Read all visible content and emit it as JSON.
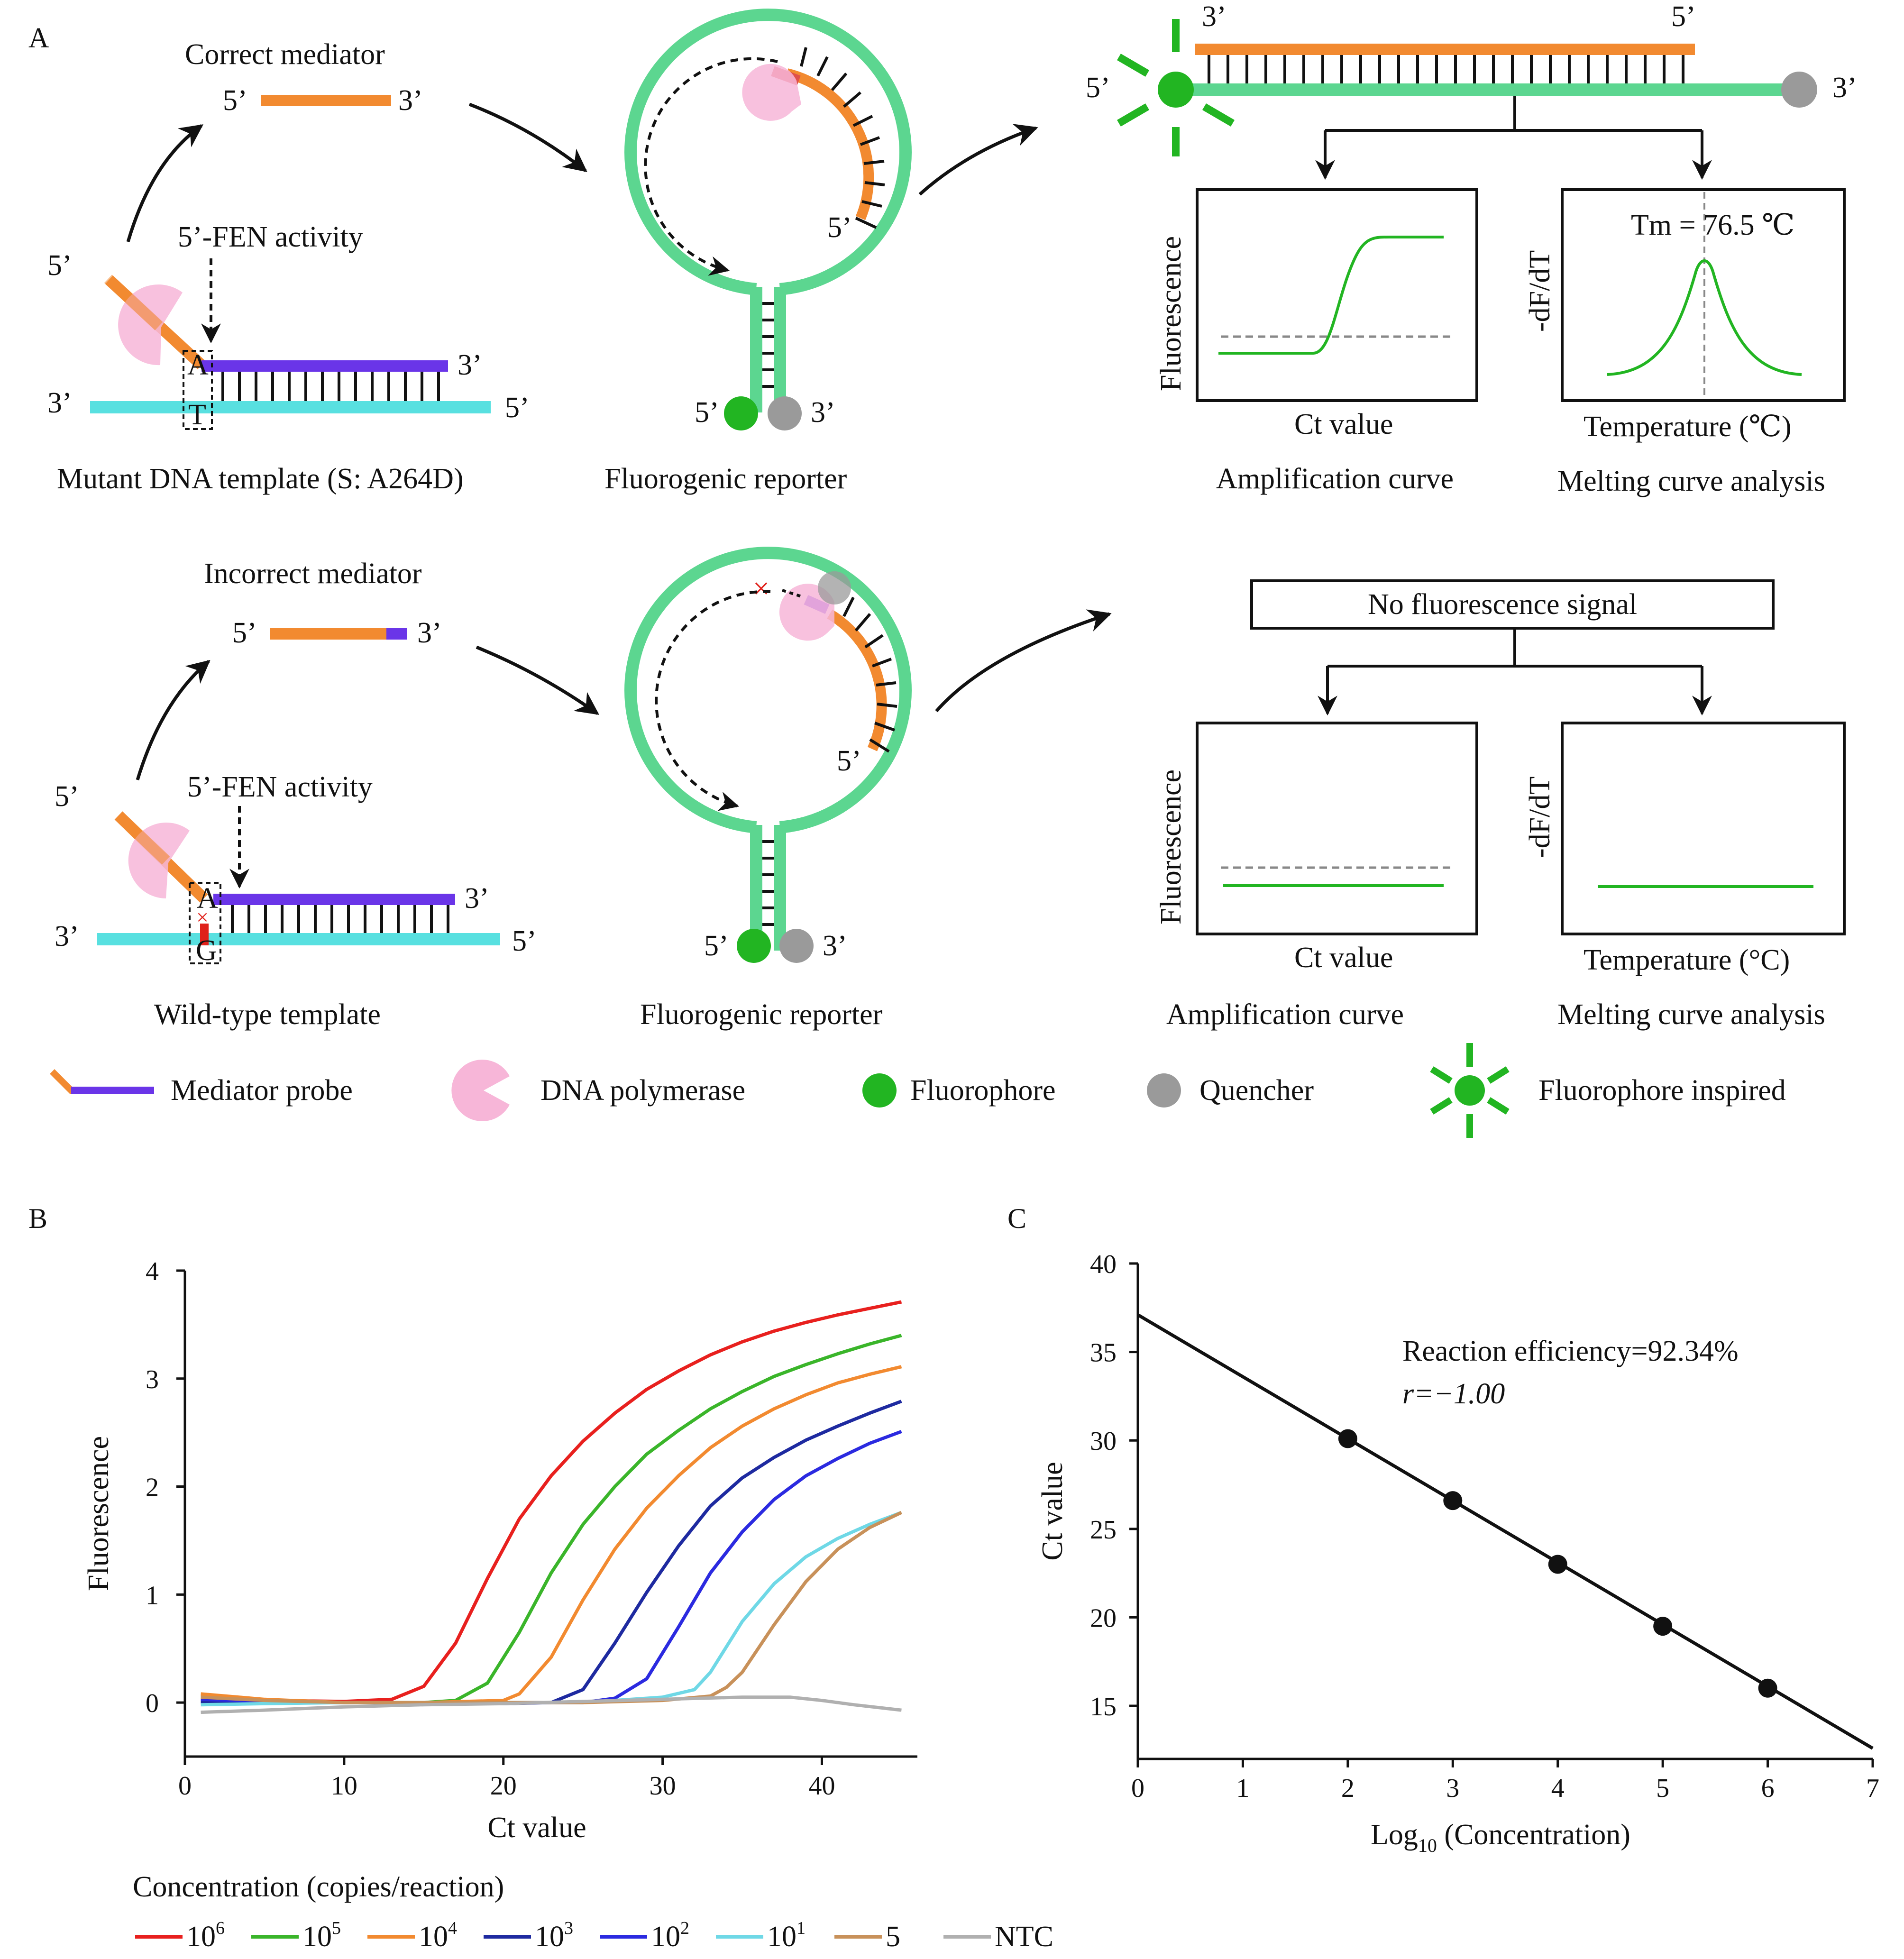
{
  "colors": {
    "orange": "#f28a30",
    "purple": "#6a35e8",
    "cyan": "#58e0e0",
    "green_ring": "#5cd690",
    "fluor": "#22b522",
    "quench": "#9a9a9a",
    "pink": "#f7b6d8",
    "red": "#e0201a"
  },
  "panelA": {
    "label": "A",
    "row1": {
      "mediator_title": "Correct mediator",
      "end5": "5’",
      "end3": "3’",
      "fen_label": "5’-FEN activity",
      "base_top": "A",
      "base_bottom": "T",
      "template_caption": "Mutant DNA template (S: A264D)",
      "reporter_caption": "Fluorogenic reporter",
      "amp": {
        "ylabel": "Fluorescence",
        "xlabel": "Ct value",
        "caption": "Amplification curve"
      },
      "melt": {
        "ylabel": "-dF/dT",
        "xlabel": "Temperature (℃)",
        "caption": "Melting curve analysis",
        "tm": "Tm = 76.5 ℃"
      }
    },
    "row2": {
      "mediator_title": "Incorrect mediator",
      "end5": "5’",
      "end3": "3’",
      "fen_label": "5’-FEN activity",
      "base_top": "A",
      "base_bottom": "G",
      "template_caption": "Wild-type template",
      "reporter_caption": "Fluorogenic reporter",
      "no_signal": "No fluorescence signal",
      "amp": {
        "ylabel": "Fluorescence",
        "xlabel": "Ct value",
        "caption": "Amplification curve"
      },
      "melt": {
        "ylabel": "-dF/dT",
        "xlabel": "Temperature  (°C)",
        "caption": "Melting curve analysis"
      }
    },
    "legend": [
      {
        "icon": "mediator-probe-icon",
        "label": "Mediator probe"
      },
      {
        "icon": "dna-polymerase-icon",
        "label": "DNA polymerase"
      },
      {
        "icon": "fluorophore-icon",
        "label": "Fluorophore"
      },
      {
        "icon": "quencher-icon",
        "label": "Quencher"
      },
      {
        "icon": "fluorophore-inspired-icon",
        "label": "Fluorophore inspired"
      }
    ]
  },
  "chart_data": [
    {
      "panel": "B",
      "type": "line",
      "xlabel": "Ct value",
      "ylabel": "Fluorescence",
      "xlim": [
        0,
        46
      ],
      "ylim": [
        -0.5,
        4
      ],
      "xticks": [
        0,
        10,
        20,
        30,
        40
      ],
      "yticks": [
        0,
        1,
        2,
        3,
        4
      ],
      "legend_title": "Concentration (copies/reaction)",
      "legend_position": "bottom",
      "series": [
        {
          "name": "10^6",
          "base": "10",
          "exp": "6",
          "color": "#e8201e",
          "x": [
            1,
            5,
            10,
            13,
            15,
            17,
            19,
            21,
            23,
            25,
            27,
            29,
            31,
            33,
            35,
            37,
            39,
            41,
            43,
            45
          ],
          "values": [
            0.05,
            0.02,
            0.01,
            0.03,
            0.15,
            0.55,
            1.15,
            1.7,
            2.1,
            2.42,
            2.68,
            2.9,
            3.07,
            3.22,
            3.34,
            3.44,
            3.52,
            3.59,
            3.65,
            3.71
          ]
        },
        {
          "name": "10^5",
          "base": "10",
          "exp": "5",
          "color": "#3ab52a",
          "x": [
            1,
            5,
            10,
            15,
            17,
            19,
            21,
            23,
            25,
            27,
            29,
            31,
            33,
            35,
            37,
            39,
            41,
            43,
            45
          ],
          "values": [
            0.05,
            0.02,
            0.0,
            0.0,
            0.02,
            0.18,
            0.65,
            1.2,
            1.65,
            2.0,
            2.3,
            2.52,
            2.72,
            2.88,
            3.02,
            3.13,
            3.23,
            3.32,
            3.4
          ]
        },
        {
          "name": "10^4",
          "base": "10",
          "exp": "4",
          "color": "#f28a30",
          "x": [
            1,
            5,
            10,
            15,
            20,
            21,
            23,
            25,
            27,
            29,
            31,
            33,
            35,
            37,
            39,
            41,
            43,
            45
          ],
          "values": [
            0.08,
            0.03,
            0.0,
            0.0,
            0.02,
            0.08,
            0.42,
            0.95,
            1.42,
            1.8,
            2.1,
            2.36,
            2.56,
            2.72,
            2.85,
            2.96,
            3.04,
            3.11
          ]
        },
        {
          "name": "10^3",
          "base": "10",
          "exp": "3",
          "color": "#1e2aa0",
          "x": [
            1,
            5,
            10,
            15,
            20,
            23,
            25,
            27,
            29,
            31,
            33,
            35,
            37,
            39,
            41,
            43,
            45
          ],
          "values": [
            0.0,
            0.0,
            0.0,
            0.0,
            -0.01,
            0.0,
            0.12,
            0.55,
            1.02,
            1.45,
            1.82,
            2.08,
            2.27,
            2.43,
            2.56,
            2.68,
            2.79
          ]
        },
        {
          "name": "10^2",
          "base": "10",
          "exp": "2",
          "color": "#2b2ae0",
          "x": [
            1,
            5,
            10,
            15,
            20,
            25,
            27,
            29,
            31,
            33,
            35,
            37,
            39,
            41,
            43,
            45
          ],
          "values": [
            0.03,
            0.01,
            0.0,
            0.0,
            0.0,
            0.0,
            0.04,
            0.22,
            0.7,
            1.2,
            1.58,
            1.88,
            2.1,
            2.26,
            2.4,
            2.51
          ]
        },
        {
          "name": "10^1",
          "base": "10",
          "exp": "1",
          "color": "#6fd8e6",
          "x": [
            1,
            5,
            10,
            15,
            20,
            25,
            30,
            32,
            33,
            35,
            37,
            39,
            41,
            43,
            45
          ],
          "values": [
            -0.02,
            -0.01,
            0.0,
            0.0,
            0.0,
            0.0,
            0.05,
            0.12,
            0.28,
            0.75,
            1.1,
            1.35,
            1.52,
            1.65,
            1.76
          ]
        },
        {
          "name": "5",
          "base": "5",
          "exp": "",
          "color": "#c8915a",
          "x": [
            1,
            5,
            10,
            15,
            20,
            25,
            30,
            33,
            34,
            35,
            37,
            39,
            41,
            43,
            45
          ],
          "values": [
            0.05,
            0.02,
            0.0,
            0.0,
            0.0,
            0.0,
            0.02,
            0.06,
            0.14,
            0.28,
            0.72,
            1.12,
            1.42,
            1.62,
            1.76
          ]
        },
        {
          "name": "NTC",
          "base": "NTC",
          "exp": "",
          "color": "#b0b0b0",
          "x": [
            1,
            5,
            10,
            15,
            20,
            25,
            30,
            35,
            38,
            40,
            42,
            45
          ],
          "values": [
            -0.09,
            -0.07,
            -0.04,
            -0.02,
            -0.01,
            0.01,
            0.03,
            0.05,
            0.05,
            0.02,
            -0.02,
            -0.07
          ]
        }
      ]
    },
    {
      "panel": "C",
      "type": "scatter",
      "xlabel": "Log10 (Concentration)",
      "xlabel_parts": [
        "Log",
        "10",
        " (Concentration)"
      ],
      "ylabel": "Ct value",
      "xlim": [
        0,
        7
      ],
      "ylim": [
        12,
        40
      ],
      "xticks": [
        0,
        1,
        2,
        3,
        4,
        5,
        6,
        7
      ],
      "yticks": [
        15,
        20,
        25,
        30,
        35,
        40
      ],
      "points": {
        "x": [
          2,
          3,
          4,
          5,
          6
        ],
        "y": [
          30.1,
          26.6,
          23.0,
          19.5,
          16.0
        ]
      },
      "fit": {
        "x": [
          0,
          7
        ],
        "y": [
          37.1,
          12.6
        ]
      },
      "annotations": [
        "Reaction efficiency=92.34%",
        "r=−1.00"
      ]
    }
  ]
}
